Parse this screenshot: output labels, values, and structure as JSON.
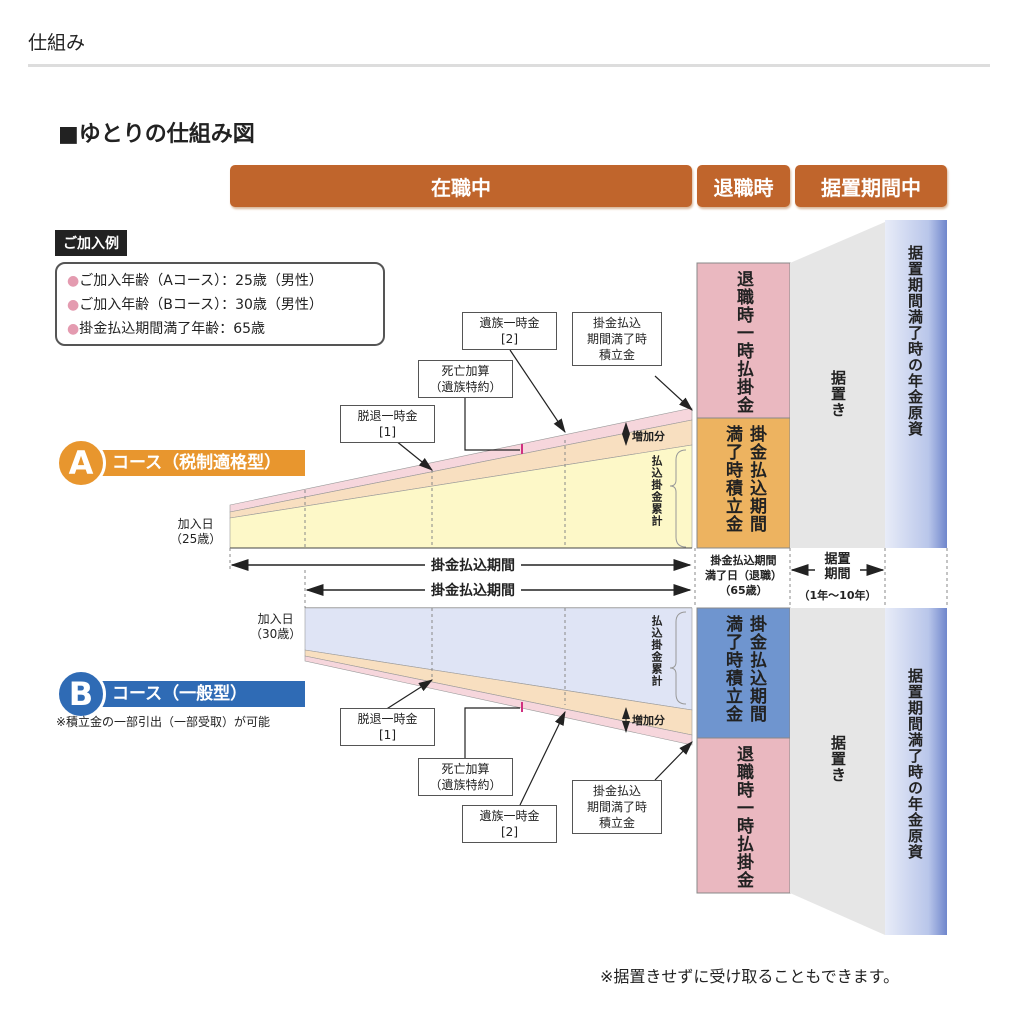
{
  "section_title": "仕組み",
  "diagram_title": "■ゆとりの仕組み図",
  "phases": {
    "employed": "在職中",
    "retirement": "退職時",
    "deferral": "据置期間中"
  },
  "example": {
    "label": "ご加入例",
    "items": [
      "ご加入年齢（Aコース）：25歳（男性）",
      "ご加入年齢（Bコース）：30歳（男性）",
      "掛金払込期間満了年齢：65歳"
    ]
  },
  "course_a": {
    "letter": "A",
    "name": "コース（税制適格型）",
    "start_label": "加入日\n（25歳）",
    "lump_sum": "退職時一時払掛金",
    "maturity": "掛金払込期間満了時積立金",
    "deferred": "据置き",
    "pension": "据置期間満了時の年金原資",
    "increase": "増加分",
    "cumulative": "払込掛金累計"
  },
  "course_b": {
    "letter": "B",
    "name": "コース（一般型）",
    "note": "※積立金の一部引出（一部受取）が可能",
    "start_label": "加入日\n（30歳）",
    "lump_sum": "退職時一時払掛金",
    "maturity": "掛金払込期間満了時積立金",
    "deferred": "据置き",
    "pension": "据置期間満了時の年金原資",
    "increase": "増加分",
    "cumulative": "払込掛金累計"
  },
  "callouts": {
    "withdrawal": "脱退一時金\n[1]",
    "death": "死亡加算\n（遺族特約）",
    "bereaved": "遺族一時金\n[2]",
    "maturity": "掛金払込\n期間満了時\n積立金"
  },
  "periods": {
    "payment_a": "掛金払込期間",
    "payment_b": "掛金払込期間",
    "maturity_date": "掛金払込期間\n満了日（退職）\n（65歳）",
    "deferral": "据置\n期間",
    "deferral_range": "（1年〜10年）"
  },
  "footnote": "※据置きせずに受け取ることもできます。",
  "colors": {
    "orange_header": "#c0652c",
    "a_orange": "#e8962e",
    "b_blue": "#2f6bb5",
    "pink": "#eab8c0",
    "orange_box": "#edb360",
    "blue_box": "#6f95cf",
    "yellow": "#fdf8c8",
    "lavender": "#dfe4f5",
    "gray": "#e6e6e6"
  }
}
